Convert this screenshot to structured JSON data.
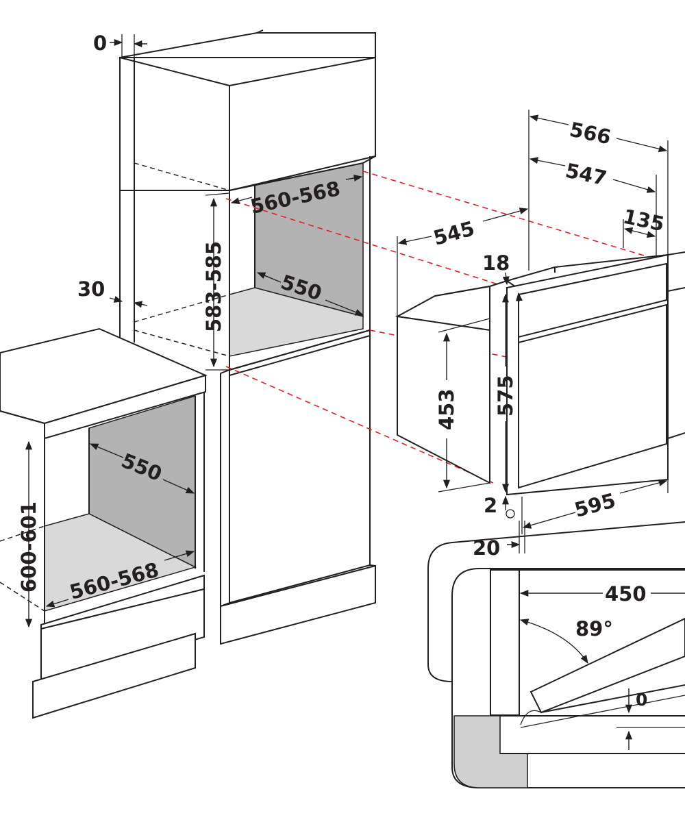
{
  "colors": {
    "line": "#231f20",
    "cavity": "#b3b3b3",
    "cavity_floor": "#d9d9d9",
    "alignment_guides": "#e41e26"
  },
  "labels": {
    "tall_top_offset": "0",
    "tall_side_offset": "30",
    "tall_niche_height": "583-585",
    "tall_niche_width": "560-568",
    "tall_niche_depth": "550",
    "under_niche_height": "600-601",
    "under_niche_depth": "550",
    "under_niche_width": "560-568",
    "oven_width_outer": "566",
    "oven_width_inner": "547",
    "oven_depth": "545",
    "oven_panel_depth": "135",
    "oven_frame_thickness": "18",
    "oven_body_height": "453",
    "oven_front_height": "575",
    "oven_front_width": "595",
    "oven_bottom_gap": "2",
    "oven_front_offset": "20",
    "door_clearance": "450",
    "door_angle": "89°",
    "door_gap": "0"
  }
}
